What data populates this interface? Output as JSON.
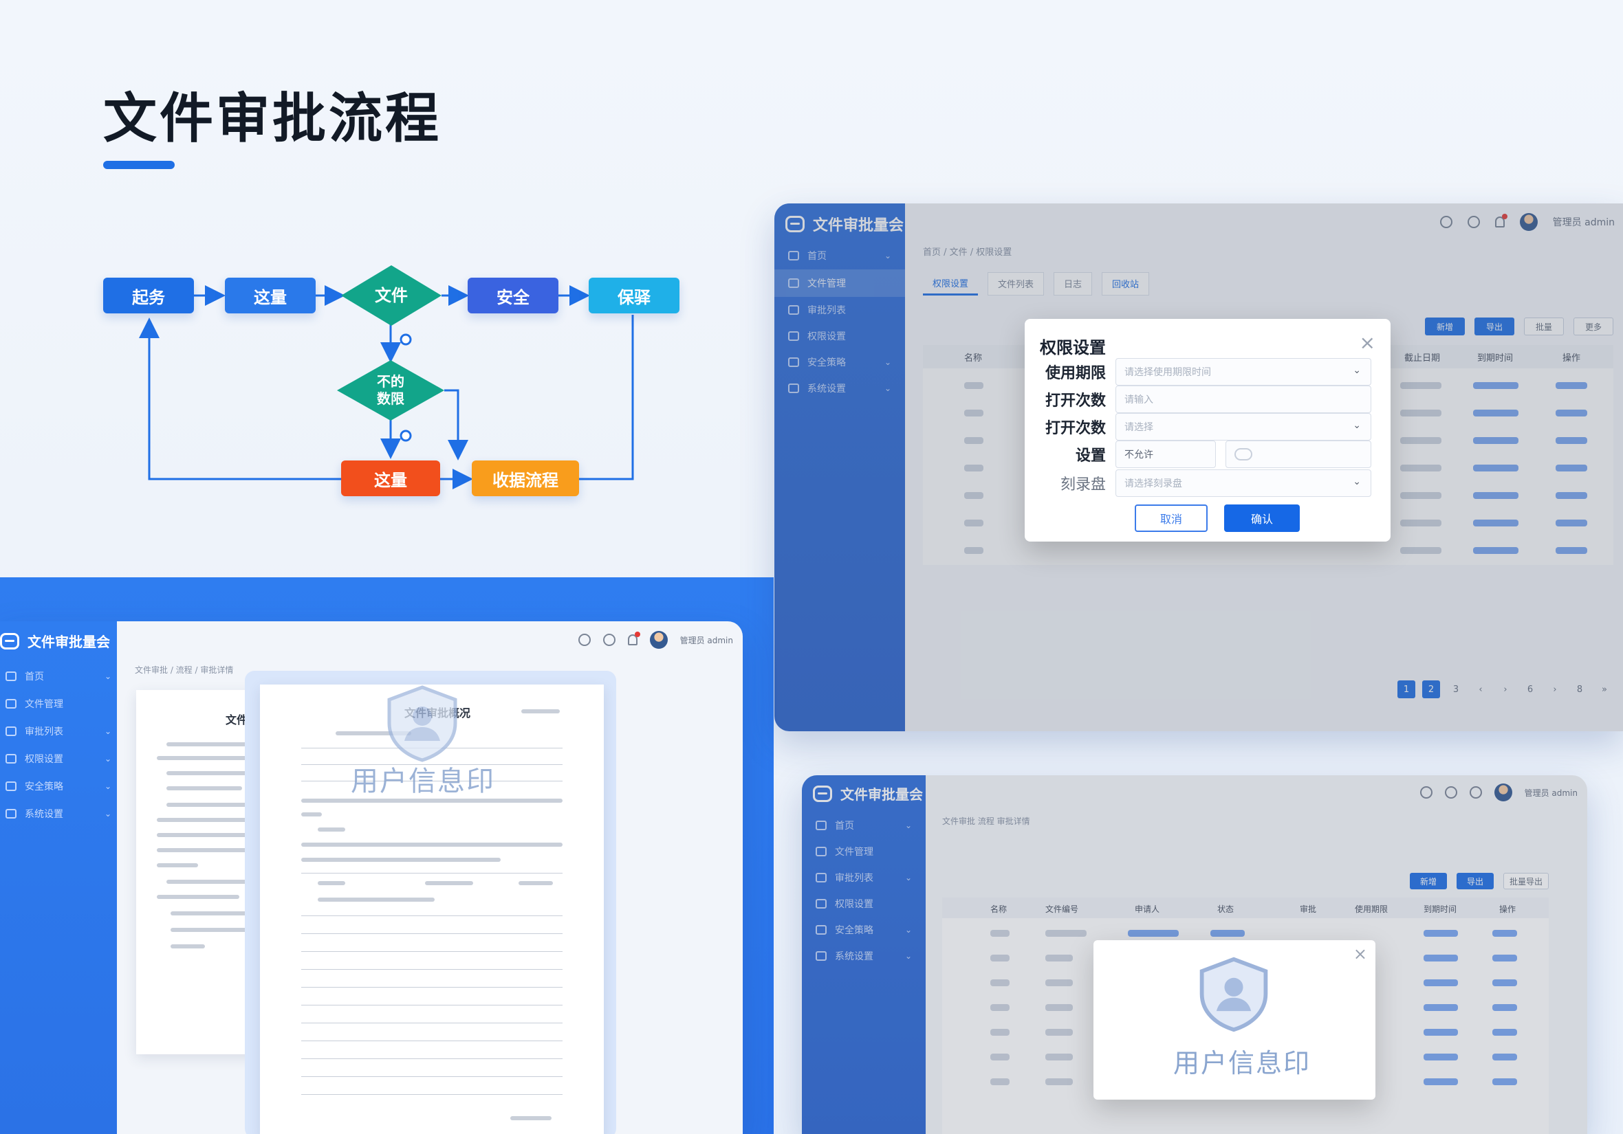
{
  "page": {
    "title": "文件审批流程"
  },
  "flow": {
    "step1": "起务",
    "step2": "这量",
    "step3": "文件",
    "step4": "安全",
    "step5": "保驿",
    "decision": "不的\n数限",
    "branch_a": "这量",
    "branch_b": "收据流程",
    "colors": {
      "blue": "#1f6fe5",
      "green": "#12a58a",
      "indigo": "#3a63e0",
      "cyan": "#1fb0e8",
      "red": "#f24f1c",
      "orange": "#f99d1c"
    }
  },
  "window_top_right": {
    "brand": "文件审批量会",
    "user": "管理员 admin",
    "breadcrumb": "首页 / 文件 / 权限设置",
    "tabs": [
      "权限设置",
      "文件列表",
      "日志",
      "回收站"
    ],
    "toolbar_buttons": [
      "新增",
      "导出",
      "批量",
      "更多"
    ],
    "table_headers": [
      "名称",
      "截止日期",
      "到期时间",
      "操作"
    ],
    "pagination": [
      "1",
      "2",
      "3",
      "‹",
      "›",
      "6",
      "›",
      "8",
      "»"
    ],
    "nav": [
      "首页",
      "文件管理",
      "审批列表",
      "权限设置",
      "安全策略",
      "系统设置"
    ],
    "modal": {
      "title": "权限设置",
      "fields": [
        {
          "label": "使用期限",
          "placeholder": "请选择使用期限时间",
          "type": "select"
        },
        {
          "label": "打开次数",
          "placeholder": "请输入",
          "type": "input"
        },
        {
          "label": "打开次数",
          "placeholder": "请选择",
          "type": "select"
        },
        {
          "label": "设置",
          "placeholder": "不允许",
          "type": "split"
        },
        {
          "label": "刻录盘",
          "placeholder": "请选择刻录盘",
          "type": "select"
        }
      ],
      "cancel": "取消",
      "confirm": "确认"
    }
  },
  "window_bottom_left": {
    "brand": "文件审批量会",
    "user": "管理员 admin",
    "breadcrumb": "文件审批  /  流程  /  审批详情",
    "nav": [
      "首页",
      "文件管理",
      "审批列表",
      "权限设置",
      "安全策略",
      "系统设置"
    ],
    "doc_left_title": "文件审阅",
    "doc_right_title": "文件审批概况",
    "seal_text": "用户信息印"
  },
  "window_bottom_right": {
    "brand": "文件审批量会",
    "user": "管理员 admin",
    "breadcrumb": "文件审批  流程  审批详情",
    "toolbar_buttons": [
      "新增",
      "导出",
      "批量导出"
    ],
    "table_headers": [
      "名称",
      "文件编号",
      "申请人",
      "状态",
      "审批",
      "使用期限",
      "到期时间",
      "操作"
    ],
    "nav": [
      "首页",
      "文件管理",
      "审批列表",
      "权限设置",
      "安全策略",
      "系统设置"
    ],
    "seal_text": "用户信息印"
  }
}
